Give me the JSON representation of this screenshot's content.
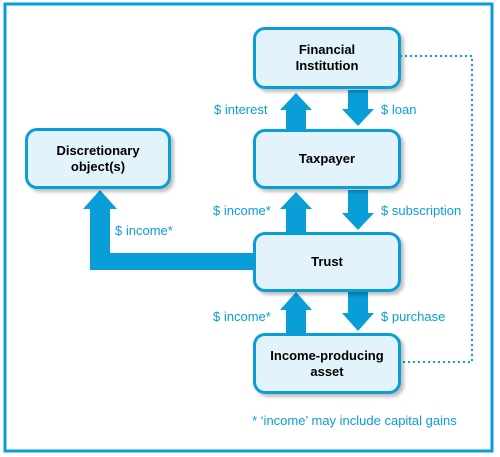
{
  "colors": {
    "accent": "#0a9ed9",
    "node_fill": "#e3f3fb",
    "frame": "#0a9ed9"
  },
  "nodes": {
    "financial_institution": {
      "line1": "Financial",
      "line2": "Institution"
    },
    "taxpayer": {
      "label": "Taxpayer"
    },
    "discretionary": {
      "line1": "Discretionary",
      "line2": "object(s)"
    },
    "trust": {
      "label": "Trust"
    },
    "asset": {
      "line1": "Income-producing",
      "line2": "asset"
    }
  },
  "flows": {
    "interest": "$ interest",
    "loan": "$ loan",
    "income_to_taxpayer": "$ income*",
    "subscription": "$ subscription",
    "income_to_discretionary": "$ income*",
    "income_to_trust": "$ income*",
    "purchase": "$ purchase"
  },
  "footnote": "*  ‘income’ may include capital gains"
}
